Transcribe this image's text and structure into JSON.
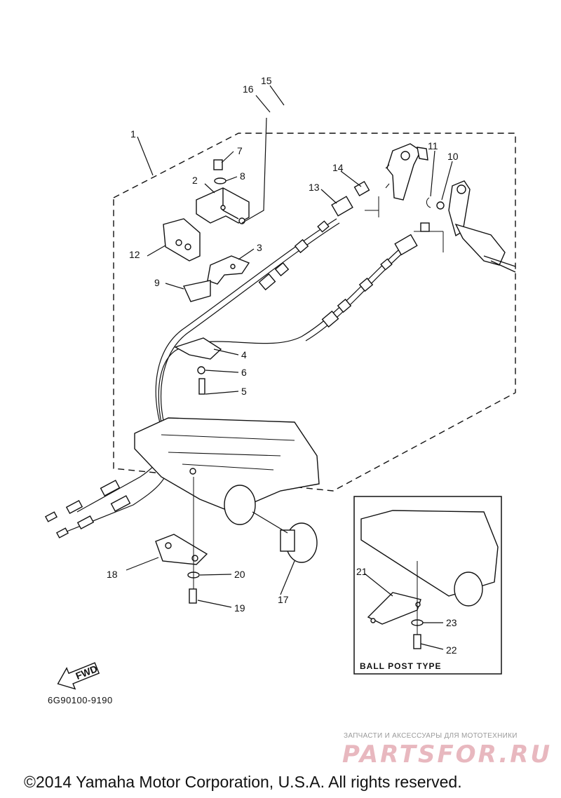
{
  "callouts": [
    "1",
    "2",
    "3",
    "4",
    "5",
    "6",
    "7",
    "8",
    "9",
    "10",
    "11",
    "12",
    "13",
    "14",
    "15",
    "16",
    "17",
    "18",
    "19",
    "20",
    "21",
    "22",
    "23"
  ],
  "inset": {
    "caption": "BALL POST TYPE"
  },
  "fwd_label": "FWD",
  "drawing_code": "6G90100-9190",
  "watermark": {
    "caption": "ЗАПЧАСТИ И АКСЕССУАРЫ ДЛЯ МОТОТЕХНИКИ",
    "logo_text": "PARTSFOR.RU"
  },
  "copyright": "©2014 Yamaha Motor Corporation, U.S.A. All rights reserved."
}
